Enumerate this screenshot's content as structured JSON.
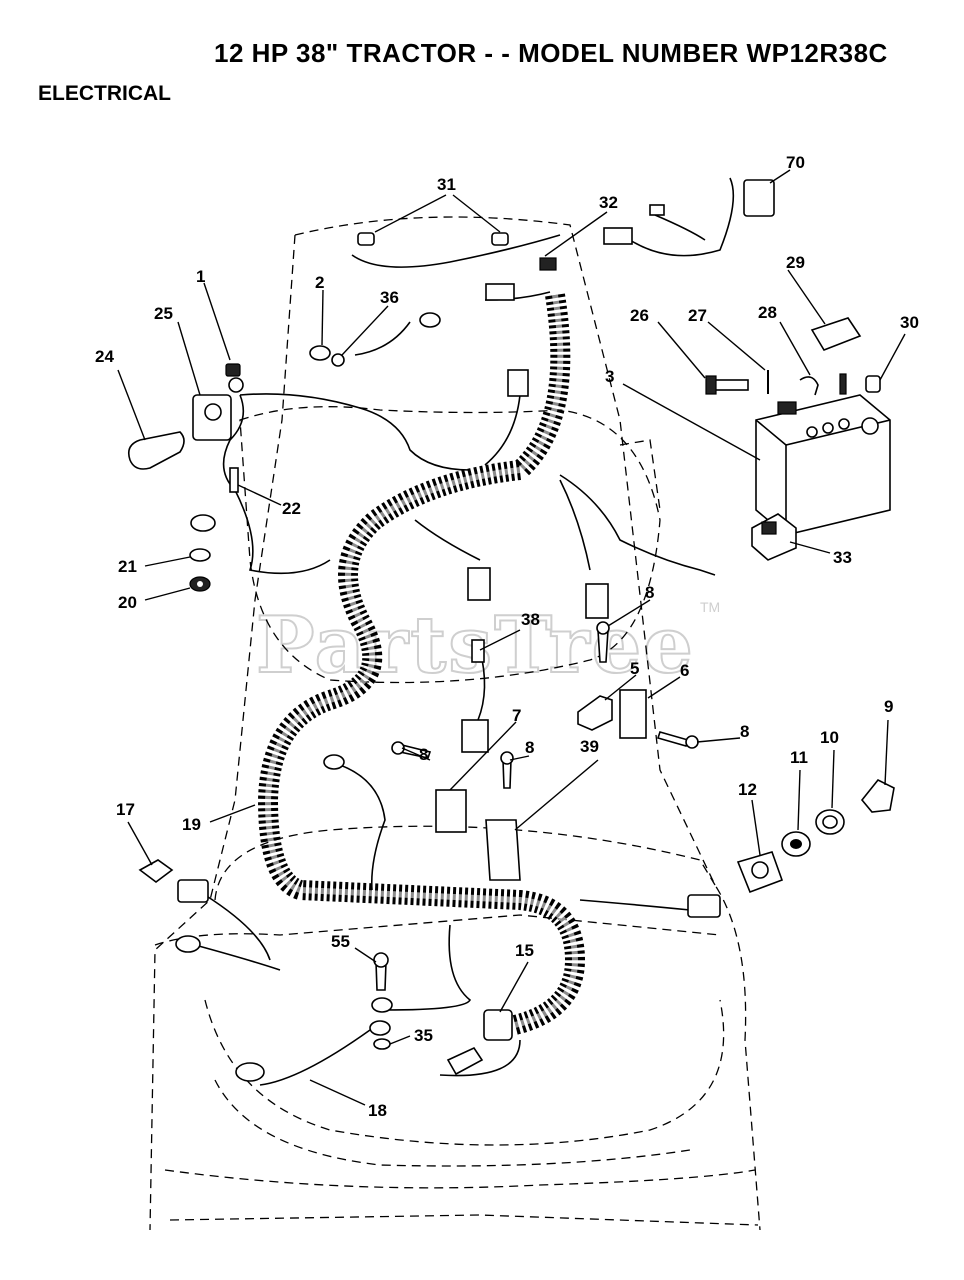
{
  "header": {
    "title": "12 HP 38\" TRACTOR - - MODEL NUMBER WP12R38C",
    "section": "ELECTRICAL"
  },
  "watermark": {
    "text": "PartsTree",
    "tm": "TM"
  },
  "callouts": [
    "1",
    "2",
    "3",
    "5",
    "6",
    "7",
    "8",
    "8",
    "8",
    "8",
    "9",
    "10",
    "11",
    "12",
    "15",
    "17",
    "18",
    "19",
    "20",
    "21",
    "22",
    "24",
    "25",
    "26",
    "27",
    "28",
    "29",
    "30",
    "31",
    "32",
    "33",
    "35",
    "36",
    "38",
    "39",
    "55",
    "70"
  ]
}
